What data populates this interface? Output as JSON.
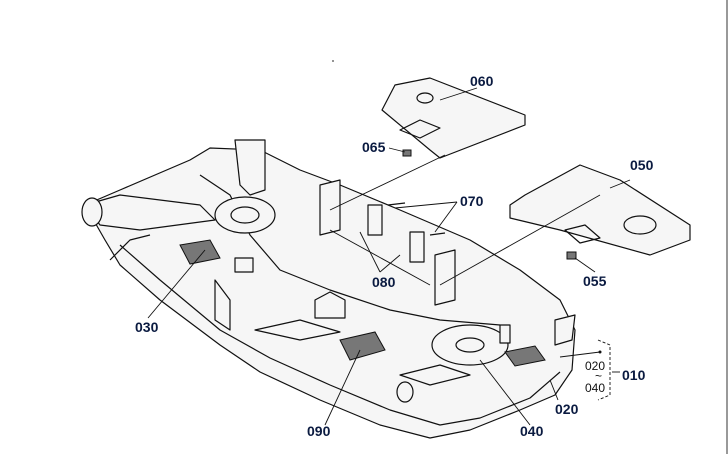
{
  "diagram": {
    "labels": {
      "p060": "060",
      "p065": "065",
      "p050": "050",
      "p070": "070",
      "p080": "080",
      "p055": "055",
      "p030": "030",
      "p010": "010",
      "p020a": "020",
      "p020b": "020",
      "p040a": "040",
      "p040b": "040",
      "p090": "090",
      "tilde": "~"
    },
    "colors": {
      "label": "#0a1a40",
      "line": "#111111"
    }
  }
}
